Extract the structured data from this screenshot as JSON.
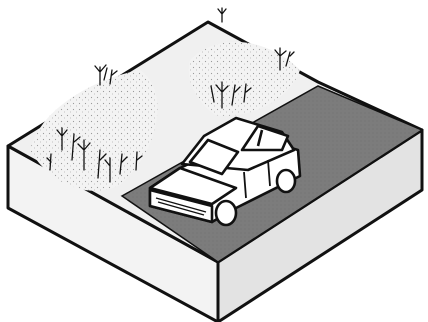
{
  "scene": {
    "subject": "isometric-terrain-block",
    "elements": [
      "grass-area",
      "road",
      "car",
      "plants"
    ]
  },
  "colors": {
    "background": "#ffffff",
    "grass_top": "#efefef",
    "road": "#7a7a7a",
    "block_left": "#f2f2f2",
    "block_right": "#e2e2e2",
    "car_body": "#ffffff",
    "outline": "#111111"
  }
}
